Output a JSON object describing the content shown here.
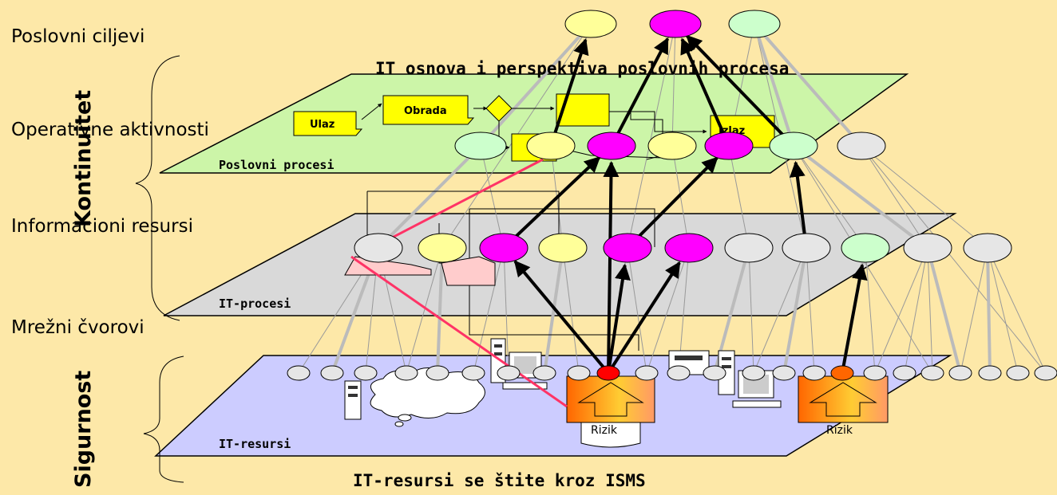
{
  "layers": {
    "business_goals": "Poslovni ciljevi",
    "operative_activities": "Operativne aktivnosti",
    "information_resources": "Informacioni resursi",
    "network_nodes": "Mrežni čvorovi"
  },
  "side_labels": {
    "continuity": "Kontinuitet",
    "security": "Sigurnost"
  },
  "planes": {
    "business_processes": "Poslovni procesi",
    "it_processes": "IT-procesi",
    "it_resources": "IT-resursi"
  },
  "titles": {
    "top": "IT osnova i perspektiva poslovnih procesa",
    "bottom": "IT-resursi se štite kroz ISMS"
  },
  "process_boxes": {
    "input": "Ulaz",
    "processing": "Obrada",
    "output": "Izlaz"
  },
  "risk": {
    "label_1": "Rizik",
    "label_2": "Rizik"
  },
  "colors": {
    "background": "#fde8a8",
    "plane_business": "#ccf5a8",
    "plane_it_processes": "#d9d9d9",
    "plane_it_resources": "#ccccff",
    "node_yellow": "#ffff99",
    "node_magenta": "#ff00ff",
    "node_mint": "#ccffcc",
    "node_grey": "#e6e6e6",
    "risk_line": "#ff3366"
  }
}
